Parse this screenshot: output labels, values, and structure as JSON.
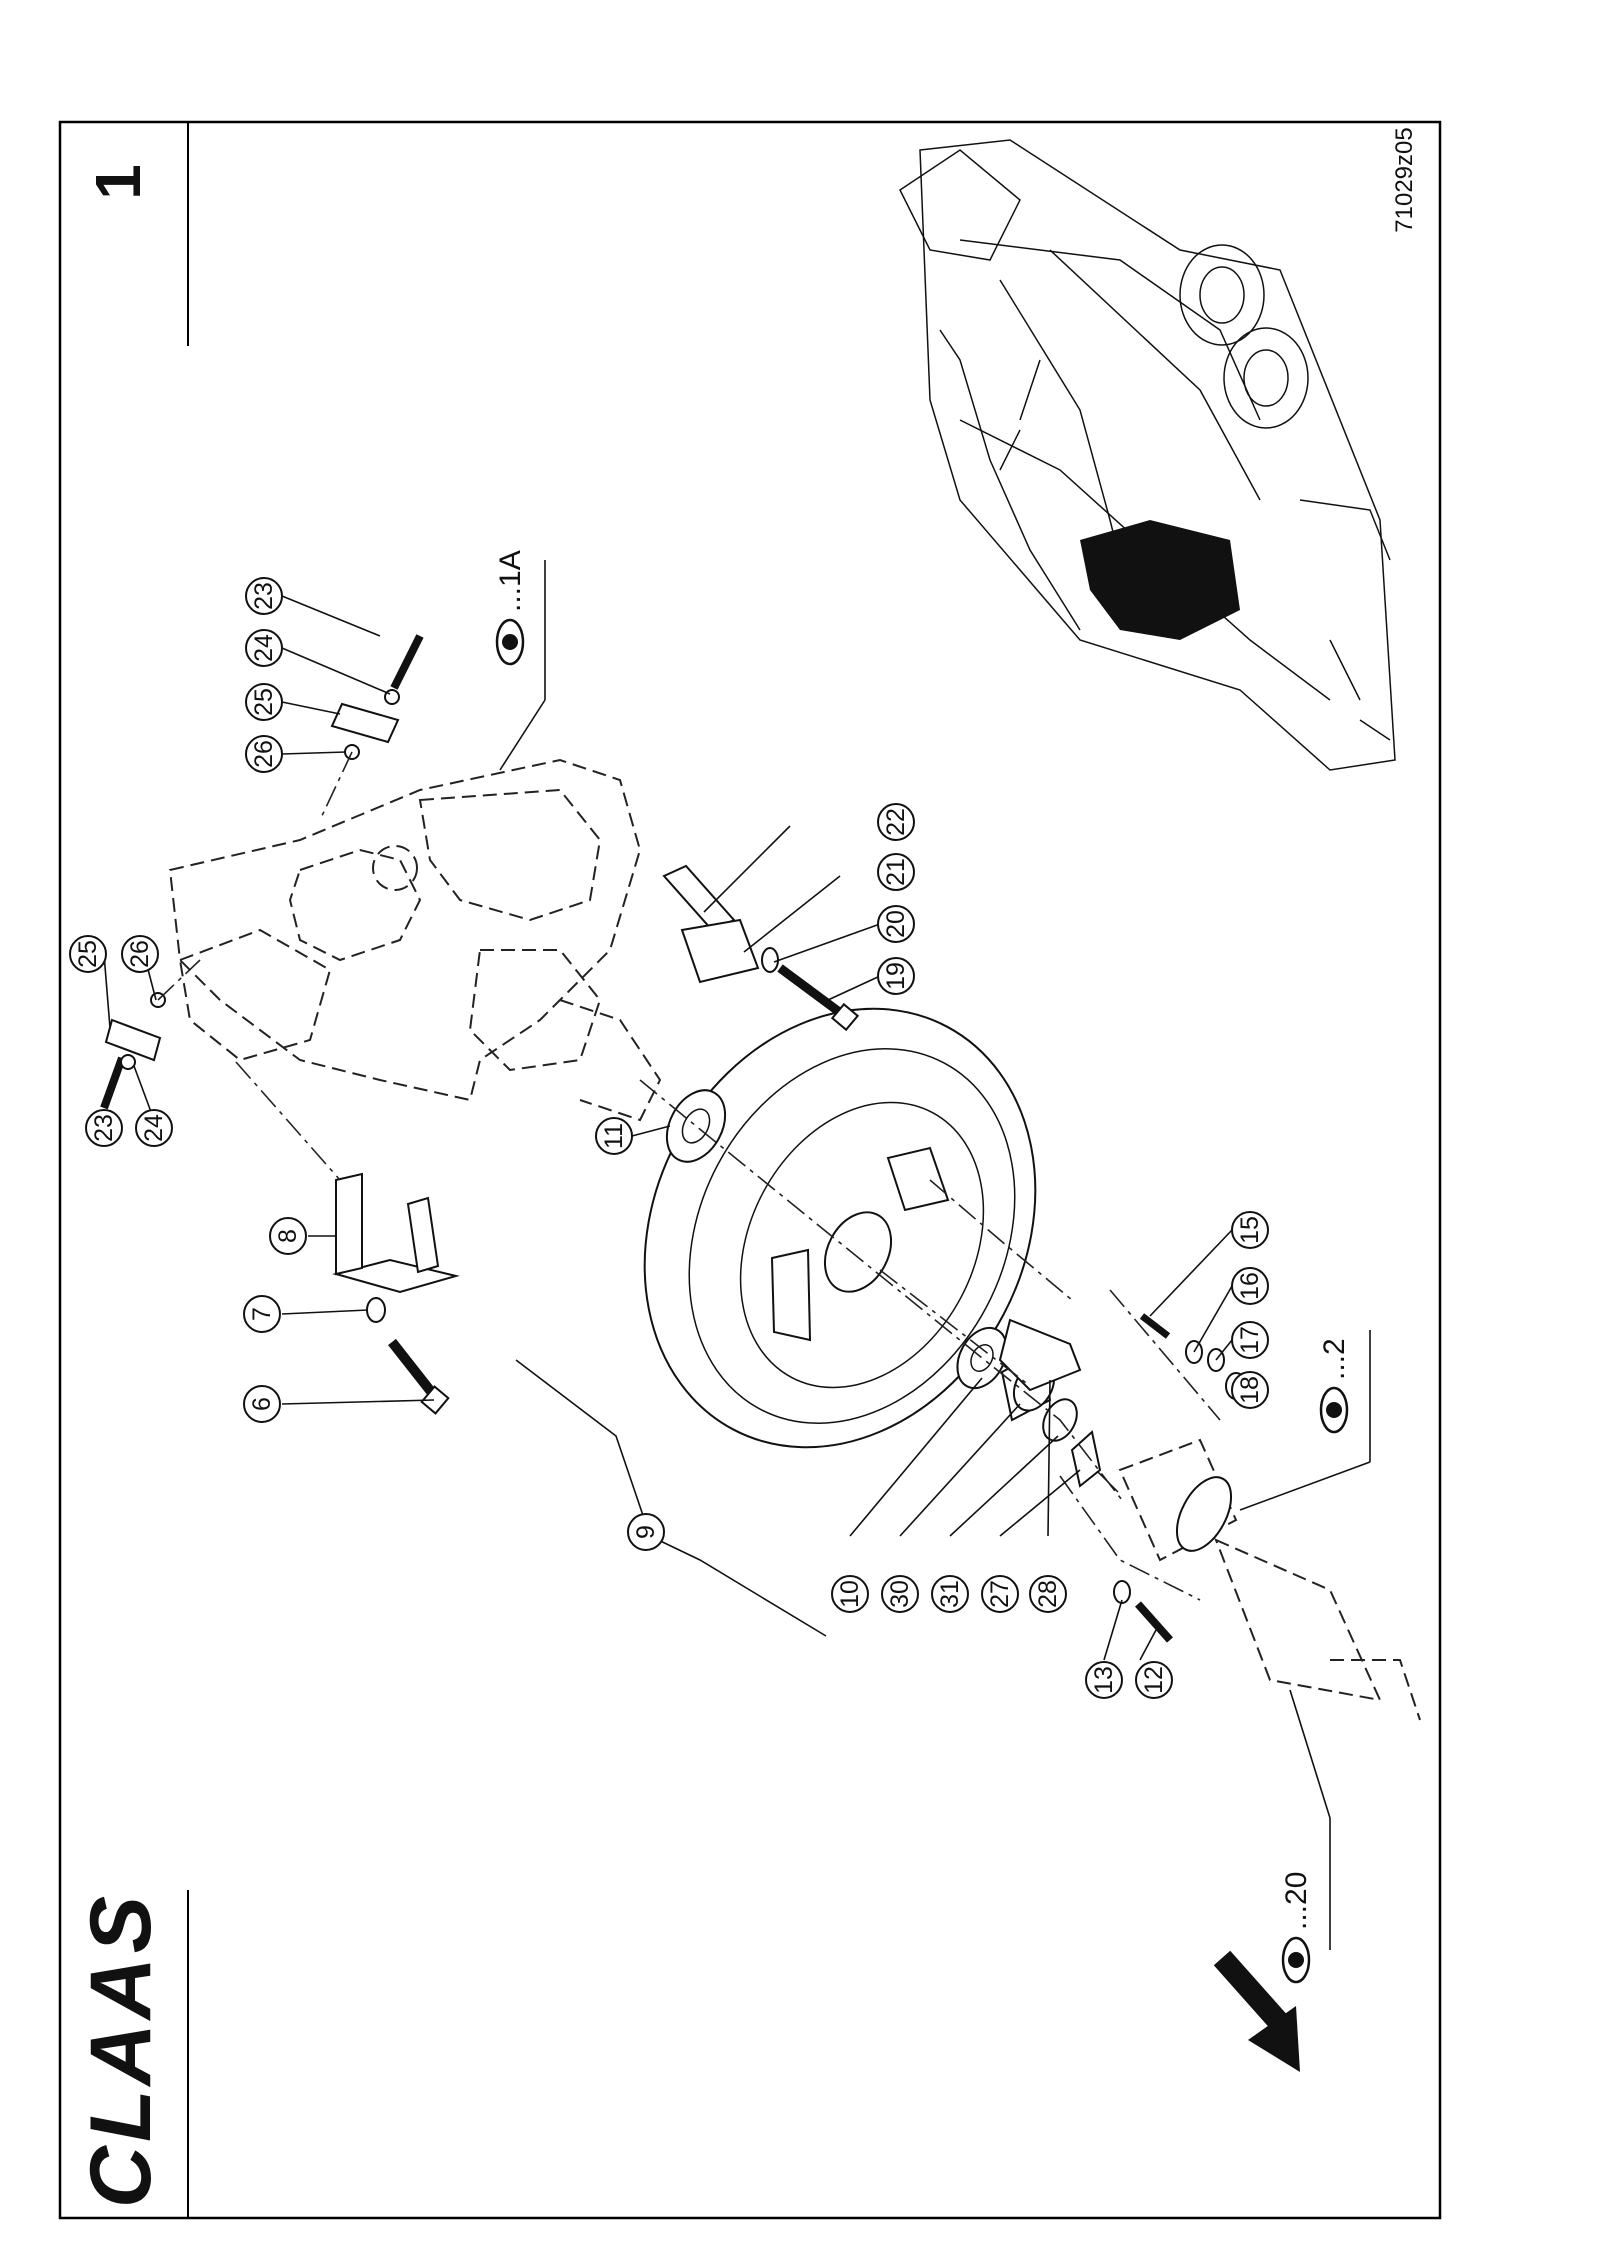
{
  "header": {
    "brand_logo": "CLAAS",
    "page_number": "1",
    "drawing_number": "71029z05"
  },
  "view_refs": {
    "ref_1a": "...1A",
    "ref_2": "...2",
    "ref_20": "...20"
  },
  "callouts": [
    "6",
    "7",
    "8",
    "9",
    "10",
    "11",
    "12",
    "13",
    "15",
    "16",
    "17",
    "18",
    "19",
    "20",
    "21",
    "22",
    "23",
    "23",
    "24",
    "24",
    "25",
    "25",
    "26",
    "26",
    "27",
    "28",
    "30",
    "31"
  ],
  "icons": {
    "view_reference": "eye-icon",
    "orientation": "arrow-icon"
  }
}
